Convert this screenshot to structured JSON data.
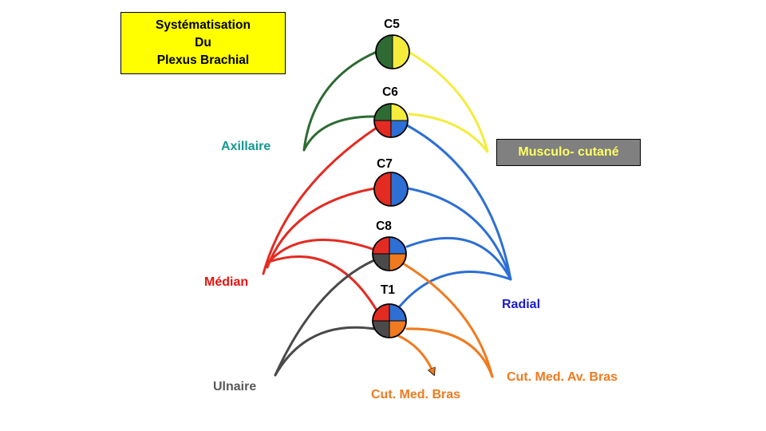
{
  "title": {
    "line1": "Systématisation",
    "line2": "Du",
    "line3": "Plexus Brachial"
  },
  "colors": {
    "axillaire": "#2e6b33",
    "musculo_cutane": "#f5ec3c",
    "median": "#e32b22",
    "radial": "#2d6fd4",
    "ulnaire": "#4a4a4a",
    "cutane": "#f07a1e",
    "title_bg": "#ffff00",
    "musculo_box_bg": "#808080"
  },
  "roots": [
    {
      "label": "C5",
      "segments": [
        "axillaire",
        "musculo_cutane"
      ]
    },
    {
      "label": "C6",
      "segments": [
        "axillaire",
        "musculo_cutane",
        "radial",
        "median"
      ]
    },
    {
      "label": "C7",
      "segments": [
        "median",
        "radial"
      ]
    },
    {
      "label": "C8",
      "segments": [
        "median",
        "radial",
        "cutane",
        "ulnaire"
      ]
    },
    {
      "label": "T1",
      "segments": [
        "median",
        "radial",
        "cutane",
        "ulnaire"
      ]
    }
  ],
  "nerves": {
    "axillaire": "Axillaire",
    "musculo_cutane": "Musculo- cutané",
    "median": "Médian",
    "radial": "Radial",
    "ulnaire": "Ulnaire",
    "cut_med_av_bras": "Cut. Med. Av. Bras",
    "cut_med_bras": "Cut. Med. Bras"
  }
}
